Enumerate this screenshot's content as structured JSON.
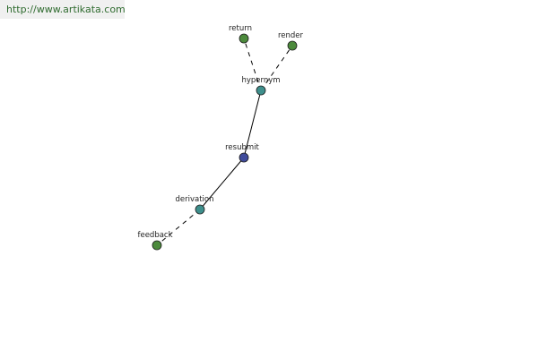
{
  "watermark": {
    "url": "http://www.artikata.com"
  },
  "colors": {
    "center": "#404c9c",
    "related": "#3e8f8c",
    "leaf": "#4c8a3c"
  },
  "graph": {
    "nodes": [
      {
        "id": "resubmit",
        "label": "resubmit",
        "kind": "center"
      },
      {
        "id": "hypernym",
        "label": "hypernym",
        "kind": "related"
      },
      {
        "id": "derivation",
        "label": "derivation",
        "kind": "related"
      },
      {
        "id": "return",
        "label": "return",
        "kind": "leaf"
      },
      {
        "id": "render",
        "label": "render",
        "kind": "leaf"
      },
      {
        "id": "feedback",
        "label": "feedback",
        "kind": "leaf"
      }
    ],
    "edges": [
      {
        "from": "resubmit",
        "to": "hypernym",
        "style": "solid"
      },
      {
        "from": "resubmit",
        "to": "derivation",
        "style": "solid"
      },
      {
        "from": "hypernym",
        "to": "return",
        "style": "dashed"
      },
      {
        "from": "hypernym",
        "to": "render",
        "style": "dashed"
      },
      {
        "from": "derivation",
        "to": "feedback",
        "style": "dashed"
      }
    ]
  }
}
